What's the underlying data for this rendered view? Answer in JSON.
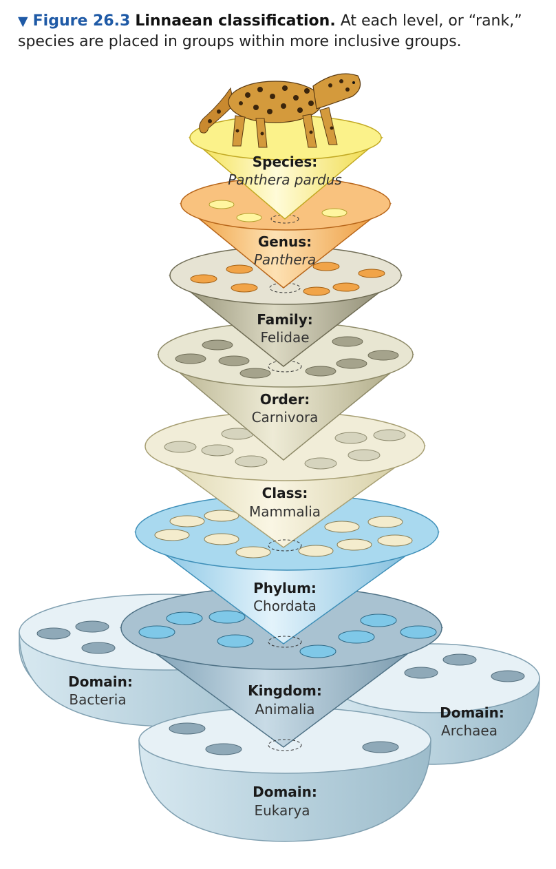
{
  "caption": {
    "figure_number": "Figure 26.3",
    "title": "Linnaean classification.",
    "text": "At each level, or “rank,” species are placed in groups within more inclusive groups."
  },
  "colors": {
    "figure_blue": "#1f5aa6",
    "species": "#f7ec6a",
    "genus": "#f2a54a",
    "family": "#a9a68c",
    "order": "#c9c6a6",
    "class": "#ece6c2",
    "phylum": "#9fd0ea",
    "kingdom": "#8fb1c6",
    "domain": "#c6dbe6"
  },
  "levels": {
    "species": {
      "rank": "Species:",
      "name": "Panthera pardus"
    },
    "genus": {
      "rank": "Genus:",
      "name": "Panthera"
    },
    "family": {
      "rank": "Family:",
      "name": "Felidae"
    },
    "order": {
      "rank": "Order:",
      "name": "Carnivora"
    },
    "class": {
      "rank": "Class:",
      "name": "Mammalia"
    },
    "phylum": {
      "rank": "Phylum:",
      "name": "Chordata"
    },
    "kingdom": {
      "rank": "Kingdom:",
      "name": "Animalia"
    }
  },
  "domains": {
    "bacteria": {
      "rank": "Domain:",
      "name": "Bacteria"
    },
    "archaea": {
      "rank": "Domain:",
      "name": "Archaea"
    },
    "eukarya": {
      "rank": "Domain:",
      "name": "Eukarya"
    }
  },
  "illustration": {
    "icon": "leopard-icon"
  }
}
